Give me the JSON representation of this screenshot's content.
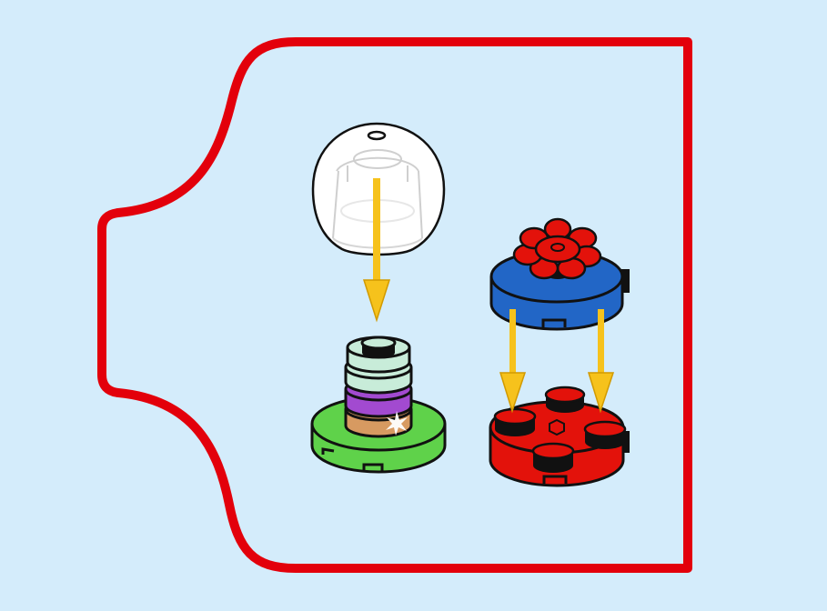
{
  "colors": {
    "background": "#d4ecfb",
    "callout_border": "#e3000b",
    "callout_fill": "#d4ecfb",
    "arrow": "#f6c21c",
    "arrow_outline": "#d29a00",
    "outline": "#111111",
    "dome": "#ffffff",
    "green_plate": "#5fd24a",
    "mint_piece": "#c8ecd9",
    "purple_piece": "#a24ad0",
    "tan_piece": "#d79a61",
    "blue_plate": "#2266c6",
    "red_plate": "#e3120b",
    "flower": "#e3120b"
  },
  "icons": {
    "dome": "transparent-dome-icon",
    "stack": "stacked-round-pieces-icon",
    "blue_plate": "blue-round-plate-icon",
    "flower": "red-flower-icon",
    "red_plate": "red-round-plate-icon",
    "arrow": "down-arrow-icon"
  },
  "assemblies": [
    {
      "id": "left",
      "parts": [
        "dome",
        "mint",
        "purple",
        "tan",
        "green_plate"
      ],
      "arrows": 1
    },
    {
      "id": "right",
      "parts": [
        "flower",
        "blue_plate",
        "red_plate"
      ],
      "arrows": 2
    }
  ]
}
